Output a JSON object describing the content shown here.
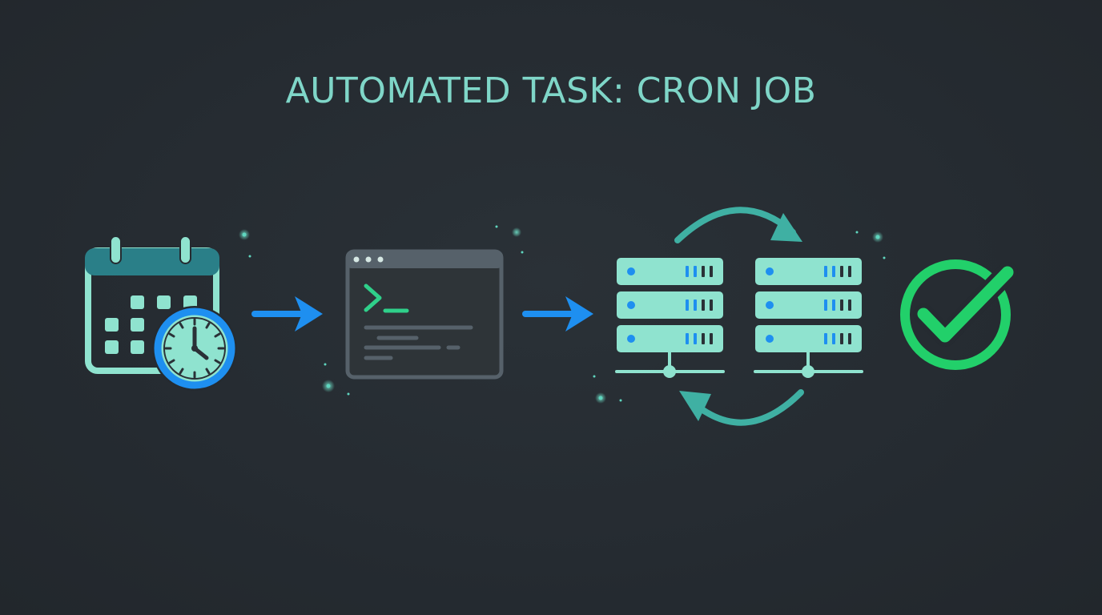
{
  "diagram": {
    "title": "AUTOMATED TASK: CRON JOB",
    "colors": {
      "background": "#252b31",
      "title": "#7fd6c8",
      "teal_dark": "#2a7f88",
      "teal_light": "#8fe3cf",
      "blue": "#1e8ff0",
      "terminal_frame": "#56616a",
      "terminal_body": "#2e3438",
      "green": "#22d06a"
    },
    "nodes": [
      {
        "id": "schedule",
        "icon": "calendar-clock-icon",
        "clock_ring": "#1e8ff0"
      },
      {
        "id": "script",
        "icon": "terminal-window-icon",
        "prompt": ">_"
      },
      {
        "id": "servers",
        "icon": "server-cluster-icon",
        "count": 2,
        "racks_per_server": 3
      },
      {
        "id": "success",
        "icon": "check-circle-icon"
      }
    ],
    "connections": [
      {
        "from": "schedule",
        "to": "script",
        "icon": "arrow-right-icon"
      },
      {
        "from": "script",
        "to": "servers",
        "icon": "arrow-right-icon"
      }
    ]
  }
}
